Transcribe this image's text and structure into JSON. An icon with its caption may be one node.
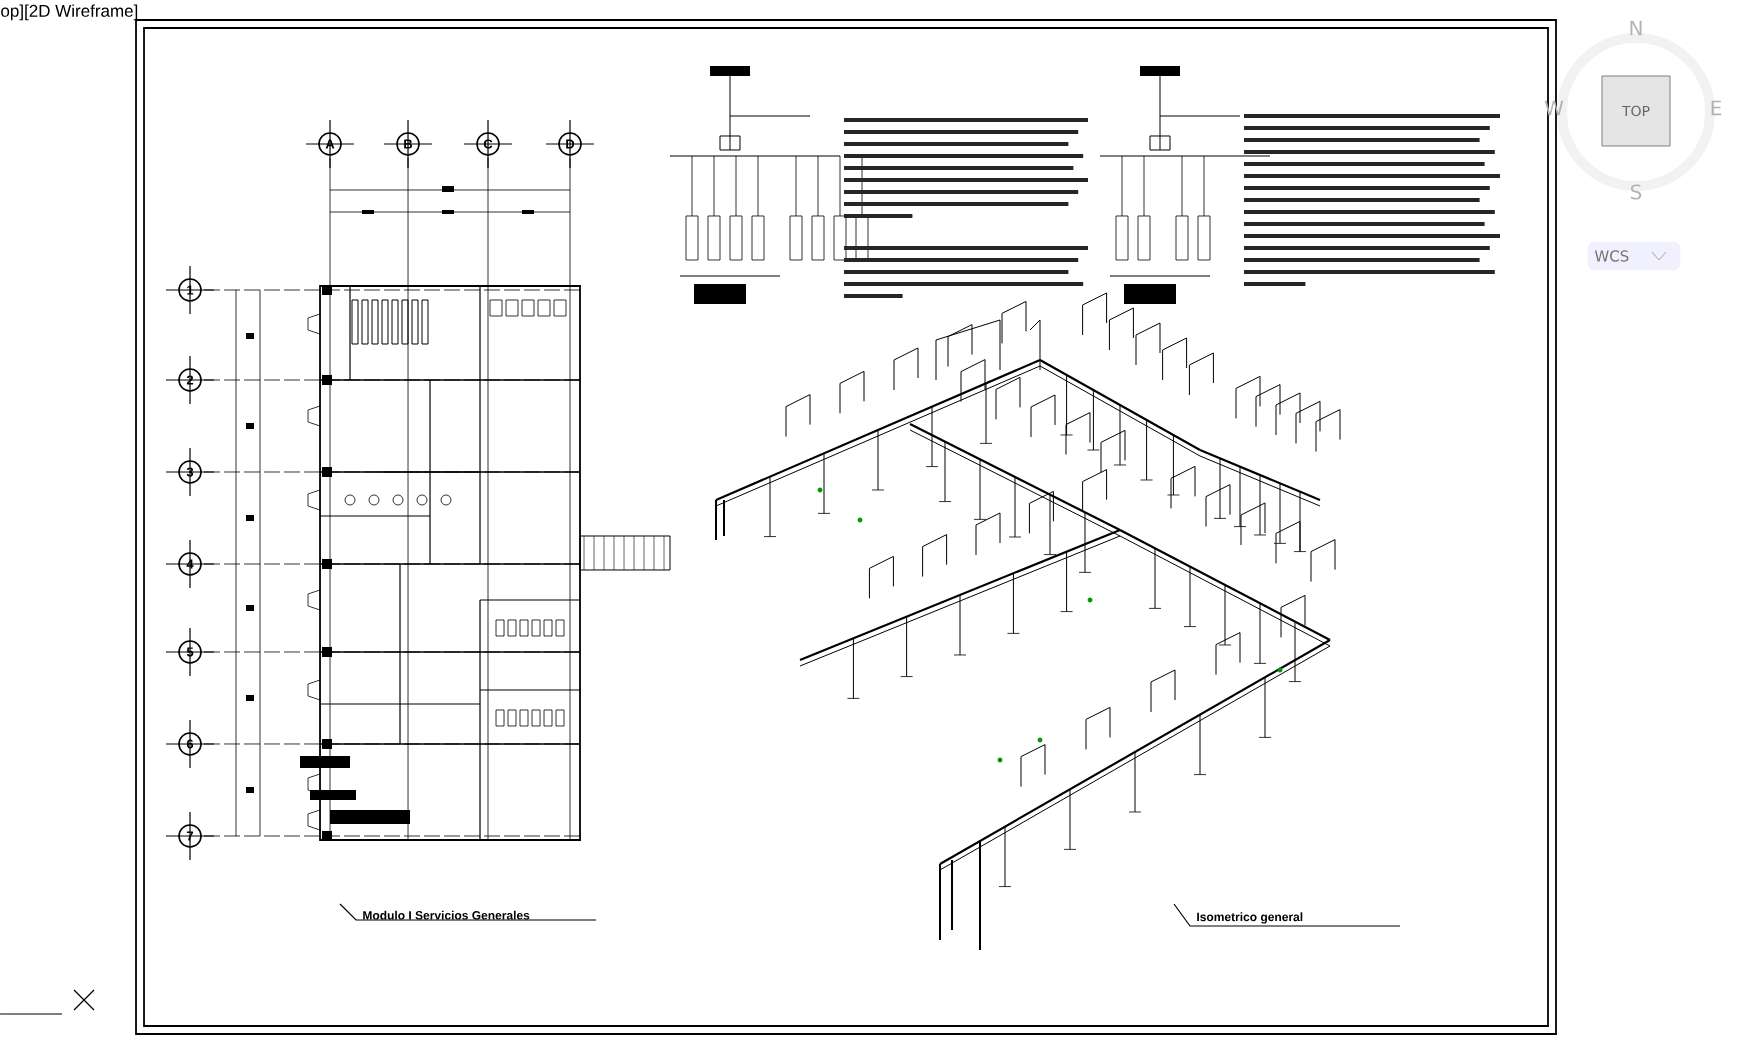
{
  "diagram": {
    "labels": [
      "op][2D Wireframe]",
      "N",
      "A",
      "B",
      "C",
      "D",
      "W",
      "TOP",
      "E",
      "S",
      "WCS",
      "1",
      "2",
      "3",
      "4",
      "5",
      "6",
      "7",
      "Modulo I Servicios Generales",
      "Isometrico general"
    ]
  }
}
